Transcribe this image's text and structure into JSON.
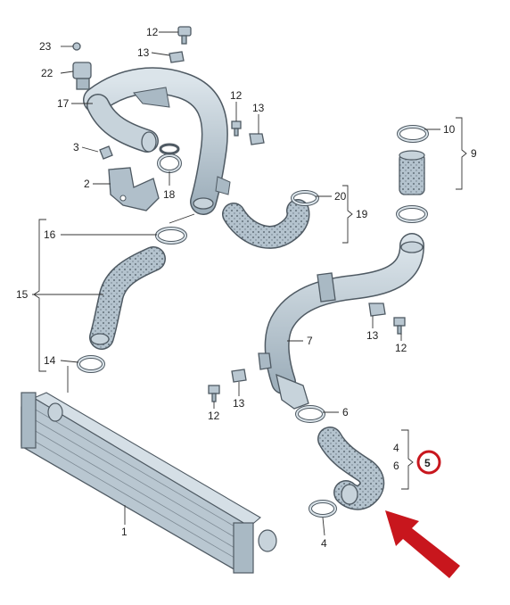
{
  "diagram": {
    "callouts": {
      "c23": "23",
      "c22": "22",
      "c17": "17",
      "c3": "3",
      "c2": "2",
      "c18": "18",
      "c12a": "12",
      "c13a": "13",
      "c12b": "12",
      "c13b": "13",
      "c10": "10",
      "c9": "9",
      "c20": "20",
      "c19": "19",
      "c16": "16",
      "c15": "15",
      "c14": "14",
      "c13c": "13",
      "c12c": "12",
      "c7": "7",
      "c12d": "12",
      "c13d": "13",
      "c6a": "6",
      "c4a": "4",
      "c6b": "6",
      "c5": "5",
      "c4b": "4",
      "c1": "1"
    },
    "highlight_color": "#c8161d",
    "part_fill_color": "#b9c7d1",
    "part_stroke_color": "#4f5a63",
    "icons": [
      "arrow-indicator-icon",
      "highlight-circle-icon"
    ]
  }
}
